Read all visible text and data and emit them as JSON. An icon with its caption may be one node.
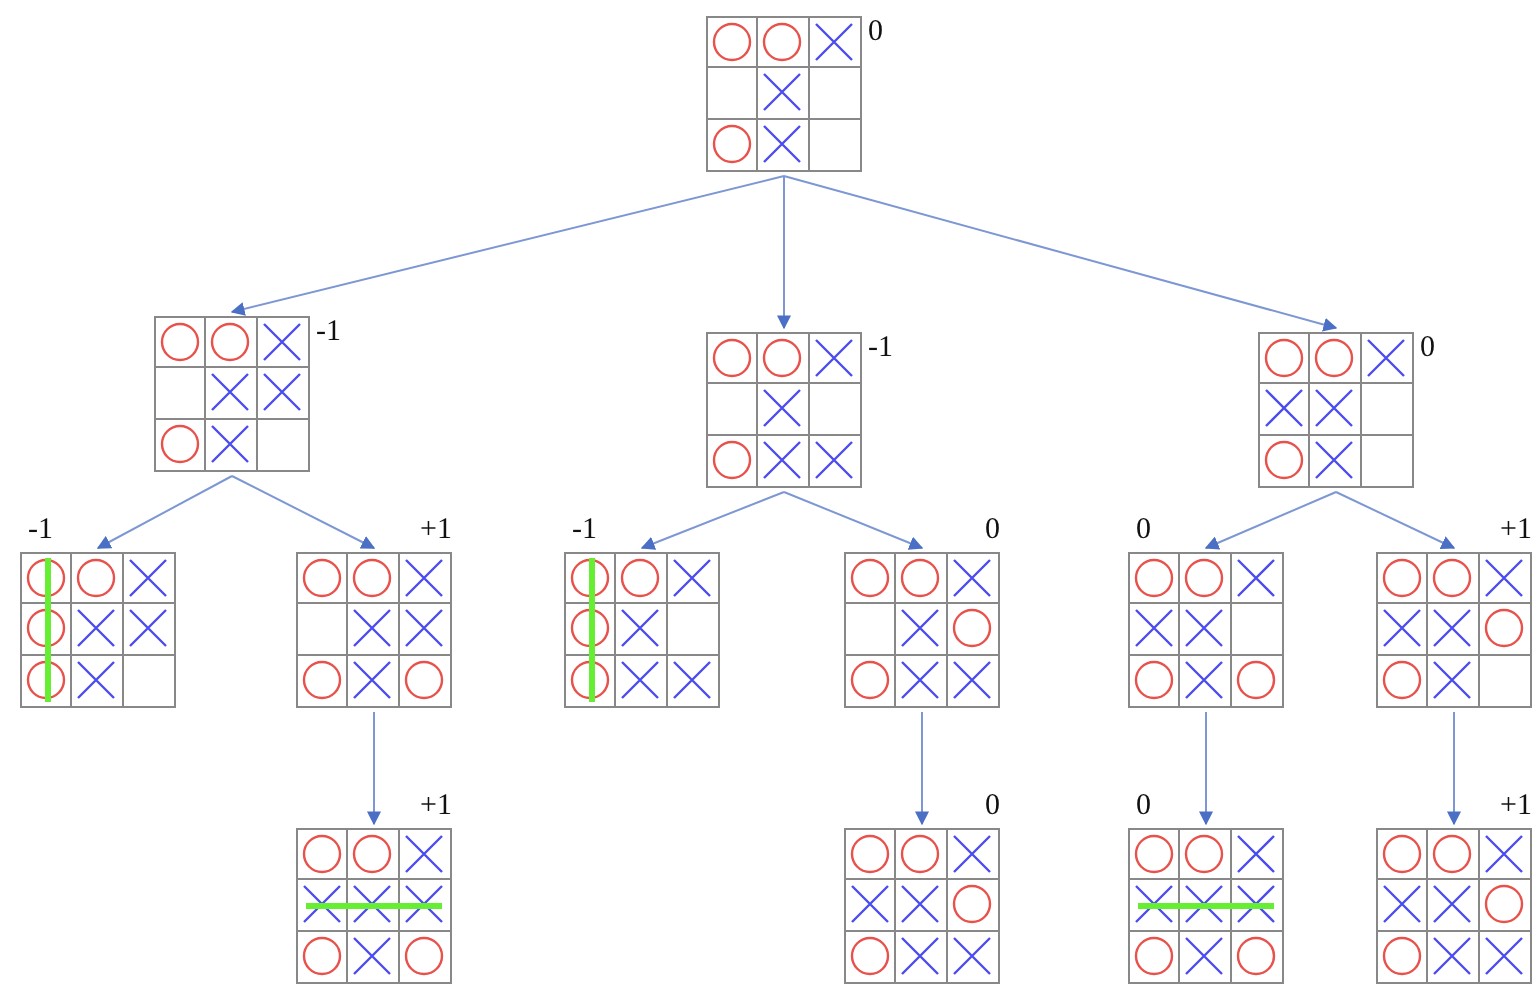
{
  "diagram": {
    "nodes": [
      {
        "text": [],
        "shape": "grid",
        "beside": [
          "0"
        ]
      },
      {
        "text": [],
        "shape": "grid",
        "beside": [
          "-1"
        ]
      },
      {
        "text": [],
        "shape": "grid",
        "beside": [
          "-1"
        ]
      },
      {
        "text": [],
        "shape": "grid",
        "beside": [
          "0"
        ]
      },
      {
        "text": [],
        "shape": "grid",
        "beside": [
          "-1"
        ]
      },
      {
        "text": [],
        "shape": "grid",
        "beside": [
          "+1"
        ]
      },
      {
        "text": [],
        "shape": "grid",
        "beside": [
          "-1"
        ]
      },
      {
        "text": [],
        "shape": "grid",
        "beside": [
          "0"
        ]
      },
      {
        "text": [],
        "shape": "grid",
        "beside": [
          "0"
        ]
      },
      {
        "text": [],
        "shape": "grid",
        "beside": [
          "+1"
        ]
      },
      {
        "text": [],
        "shape": "grid",
        "beside": [
          "+1"
        ]
      },
      {
        "text": [],
        "shape": "grid",
        "beside": [
          "0"
        ]
      },
      {
        "text": [],
        "shape": "grid",
        "beside": [
          "0"
        ]
      },
      {
        "text": [],
        "shape": "grid",
        "beside": [
          "+1"
        ]
      }
    ],
    "edges": [
      {
        "from": 0,
        "to": 1,
        "arrow": "to"
      },
      {
        "from": 0,
        "to": 2,
        "arrow": "to"
      },
      {
        "from": 0,
        "to": 3,
        "arrow": "to"
      },
      {
        "from": 1,
        "to": 4,
        "arrow": "to"
      },
      {
        "from": 1,
        "to": 5,
        "arrow": "to"
      },
      {
        "from": 2,
        "to": 6,
        "arrow": "to"
      },
      {
        "from": 2,
        "to": 7,
        "arrow": "to"
      },
      {
        "from": 3,
        "to": 8,
        "arrow": "to"
      },
      {
        "from": 3,
        "to": 9,
        "arrow": "to"
      },
      {
        "from": 5,
        "to": 10,
        "arrow": "to"
      },
      {
        "from": 7,
        "to": 11,
        "arrow": "to"
      },
      {
        "from": 8,
        "to": 12,
        "arrow": "to"
      },
      {
        "from": 9,
        "to": 13,
        "arrow": "to"
      }
    ]
  }
}
